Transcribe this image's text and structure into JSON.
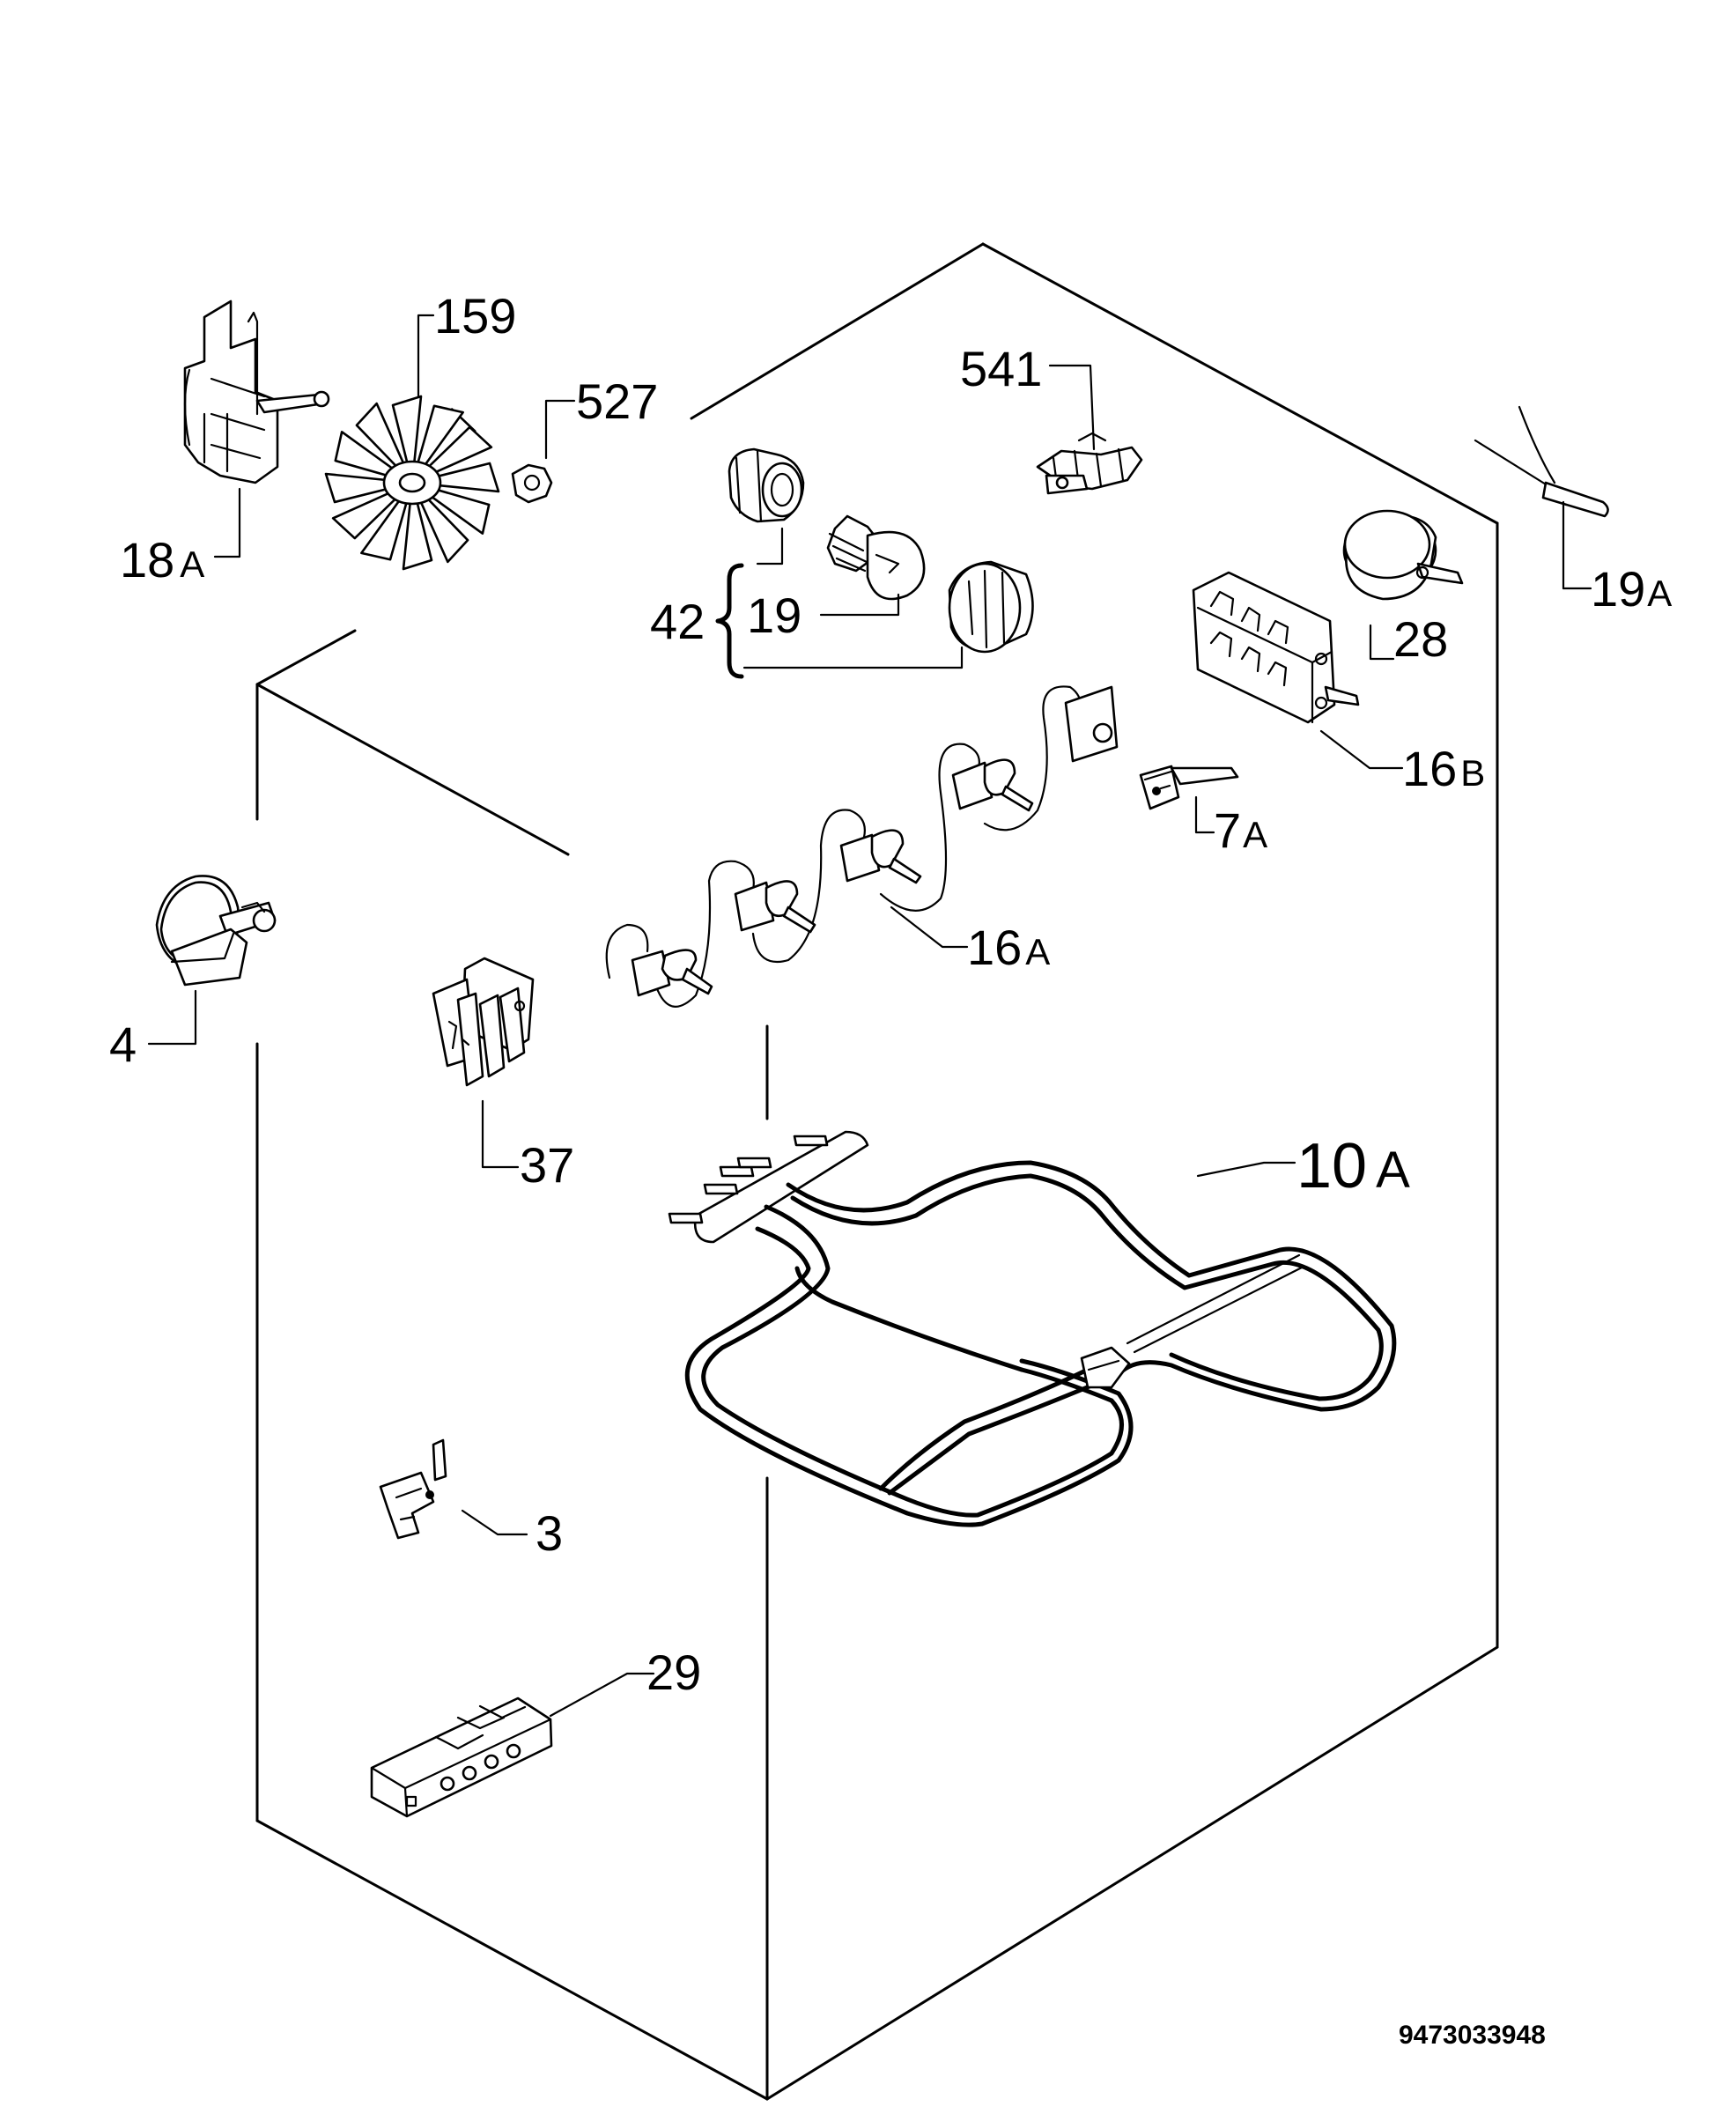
{
  "callouts": {
    "c159": "159",
    "c527": "527",
    "c541": "541",
    "c18": "18",
    "c18s": "A",
    "c42": "42",
    "c19": "19",
    "c19A": "19",
    "c19As": "A",
    "c28": "28",
    "c16B": "16",
    "c16Bs": "B",
    "c7A": "7",
    "c7As": "A",
    "c16A": "16",
    "c16As": "A",
    "c4": "4",
    "c37": "37",
    "c10A": "10",
    "c10As": "A",
    "c3": "3",
    "c29": "29"
  },
  "drawing_number": "9473033948"
}
